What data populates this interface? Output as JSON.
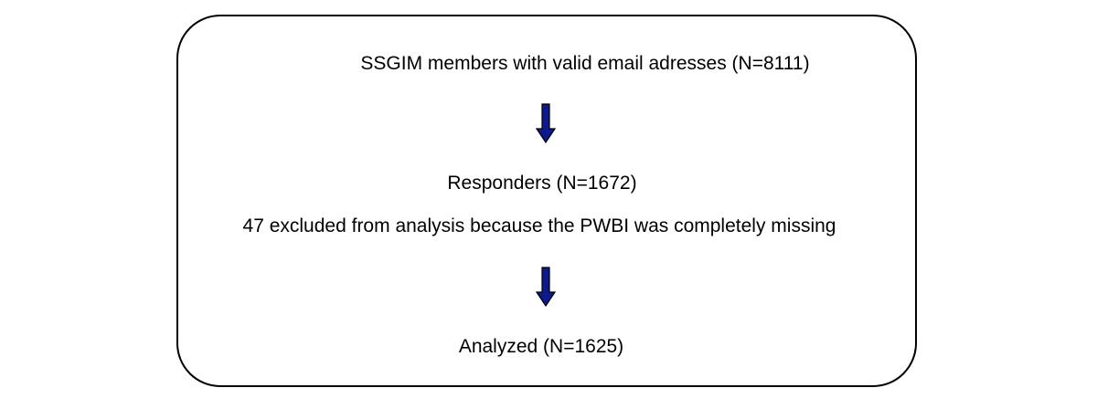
{
  "diagram": {
    "steps": [
      {
        "label": "SSGIM members with valid email adresses (N=8111)"
      },
      {
        "label": "Responders (N=1672)"
      },
      {
        "label": "47 excluded from analysis because the PWBI was completely missing"
      },
      {
        "label": "Analyzed (N=1625)"
      }
    ],
    "arrow_fill": "#0d1a8c",
    "arrow_stroke": "#000000"
  }
}
